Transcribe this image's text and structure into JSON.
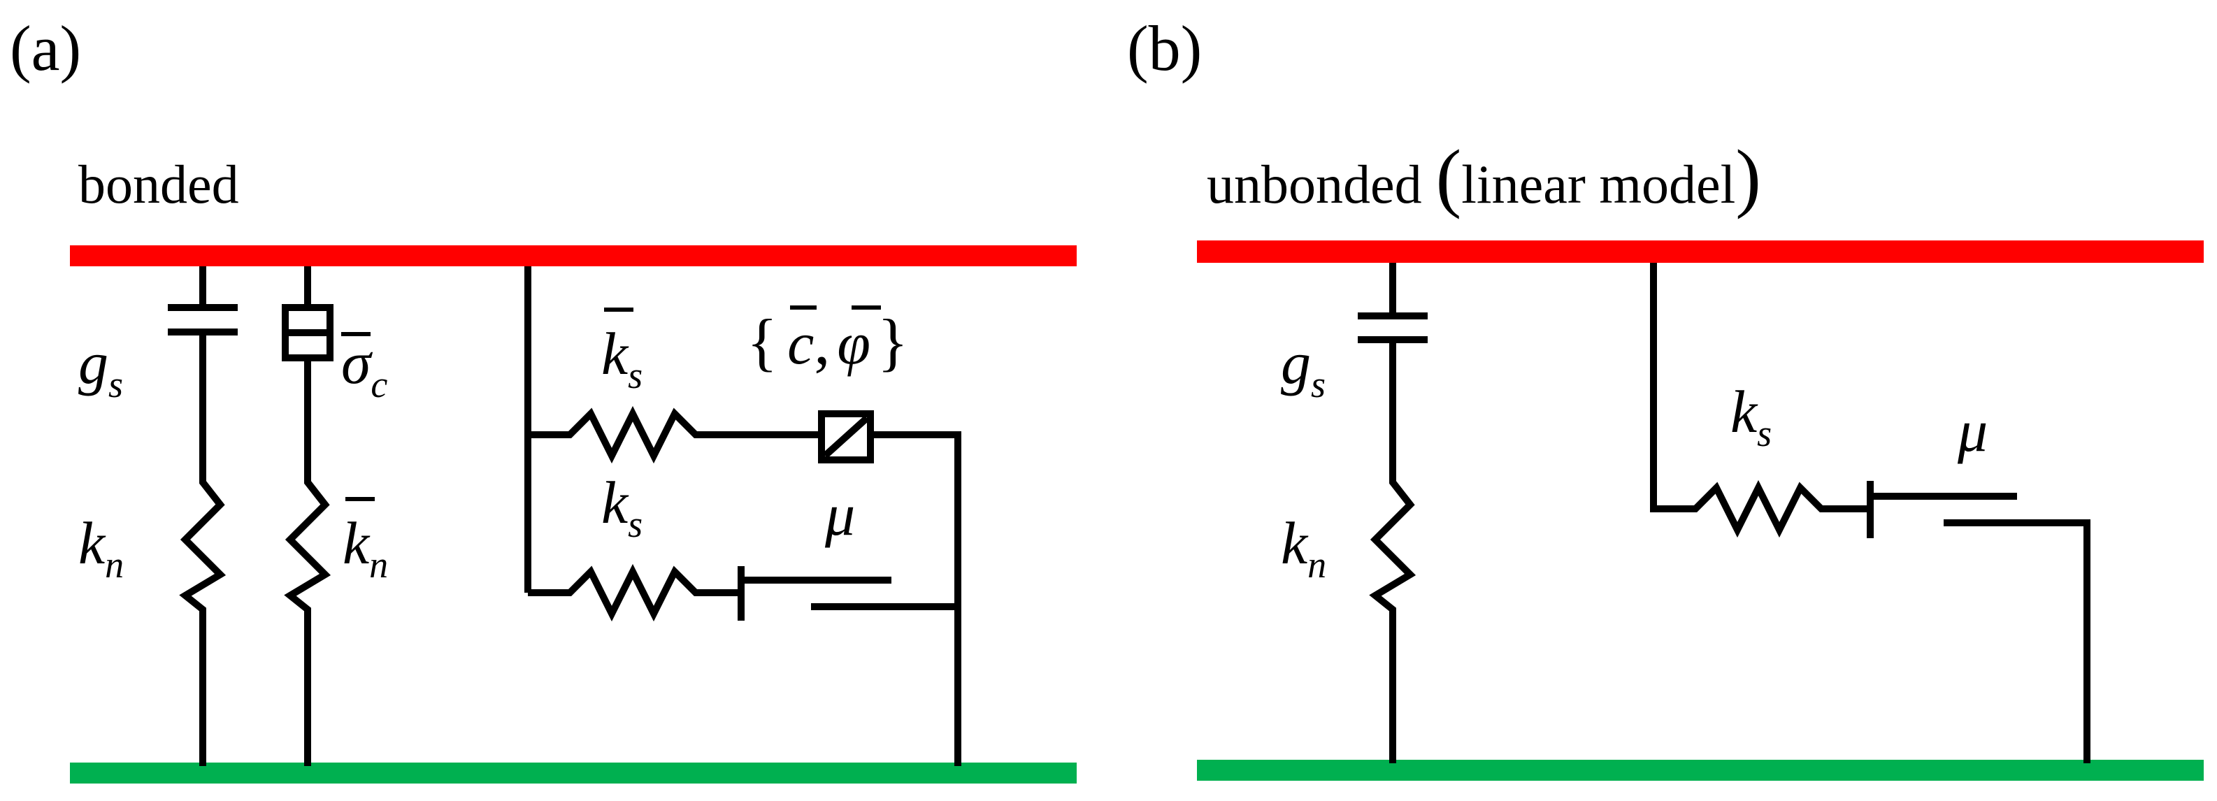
{
  "colors": {
    "top_bar": "#ff0000",
    "bottom_bar": "#00b050",
    "wire": "#000000"
  },
  "panel_a": {
    "label": "(a)",
    "title": "bonded",
    "gs": {
      "main": "g",
      "sub": "s"
    },
    "kn": {
      "main": "k",
      "sub": "n"
    },
    "kn_bar": {
      "main": "k",
      "sub": "n"
    },
    "sigma_c": {
      "main": "σ",
      "sub": "c"
    },
    "ks_bar": {
      "main": "k",
      "sub": "s"
    },
    "ks": {
      "main": "k",
      "sub": "s"
    },
    "c_phi": {
      "open": "{",
      "c": "c",
      "comma": ",",
      "phi": "φ",
      "close": "}"
    },
    "mu": "μ"
  },
  "panel_b": {
    "label": "(b)",
    "title": "unbonded",
    "title_paren_text": "linear model",
    "paren_open": "(",
    "paren_close": ")",
    "gs": {
      "main": "g",
      "sub": "s"
    },
    "kn": {
      "main": "k",
      "sub": "n"
    },
    "ks": {
      "main": "k",
      "sub": "s"
    },
    "mu": "μ"
  }
}
